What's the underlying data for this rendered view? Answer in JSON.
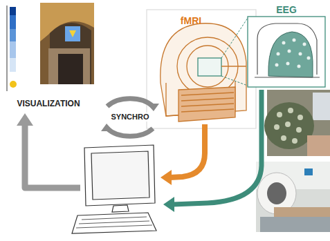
{
  "diagram": {
    "labels": [
      "fMRI",
      "EEG",
      "SYNCHRO",
      "VISUALIZATION"
    ]
  }
}
